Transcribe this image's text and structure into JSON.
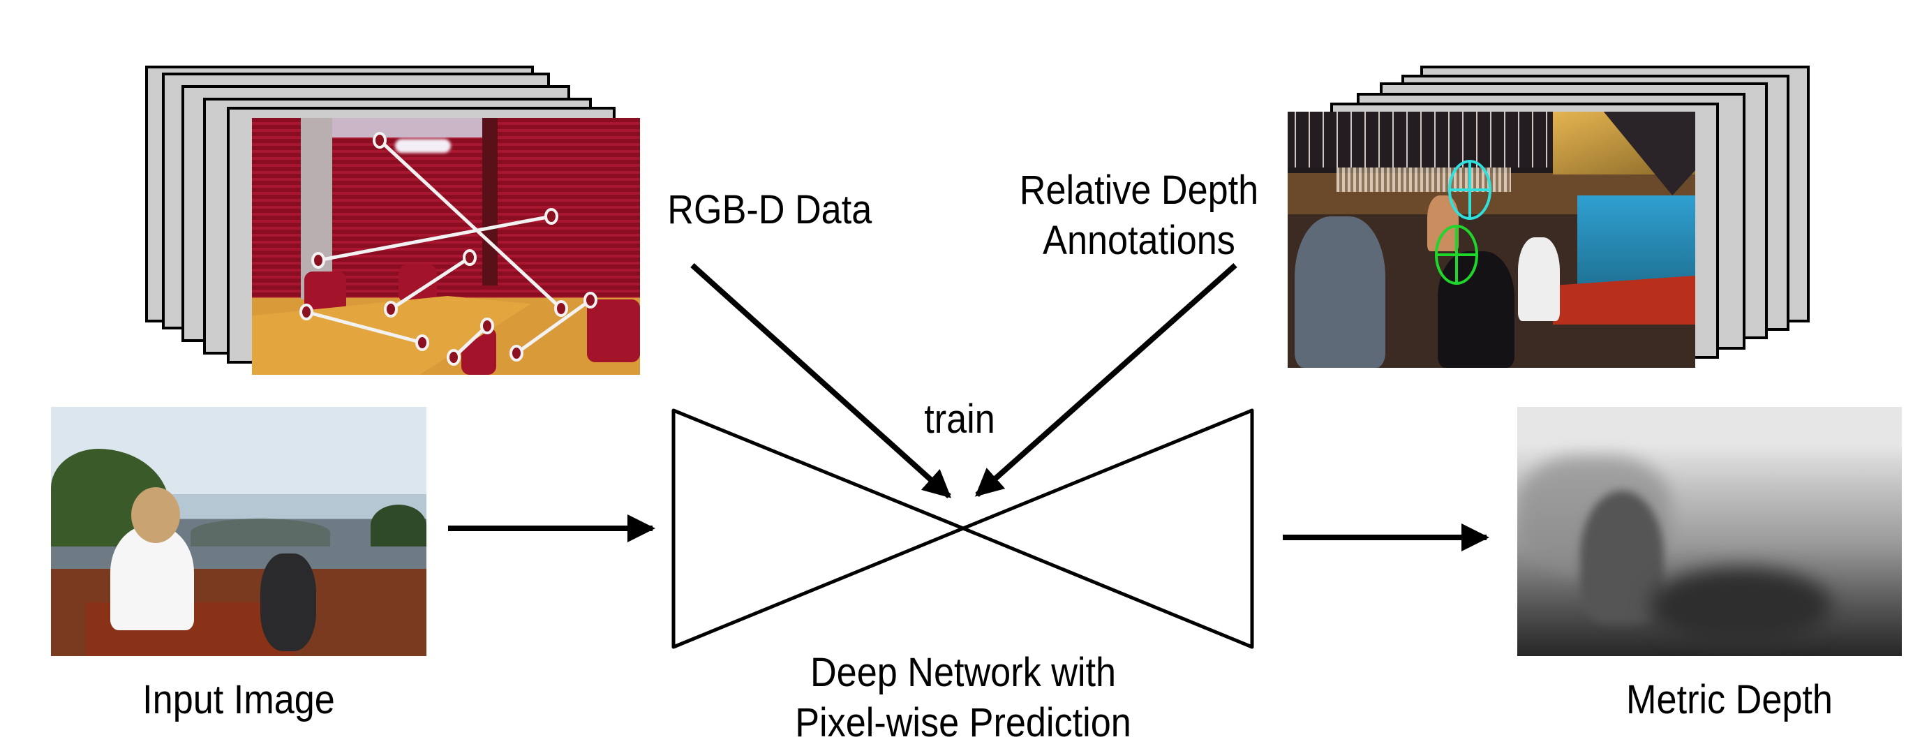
{
  "figure": {
    "left_stack": {
      "label_lines": [
        "RGB-D Data"
      ],
      "photo_alt": "office room with red blinds, table and chairs, overlaid point-pair lines",
      "annotation_color": "#f2f2f2",
      "card_color": "#cccccc"
    },
    "right_stack": {
      "label_lines": [
        "Relative Depth",
        "Annotations"
      ],
      "photo_alt": "crowded bar scene with two crosshair point annotations",
      "annotation_colors": [
        "#2fe0dc",
        "#1fd62a"
      ],
      "card_color": "#cccccc"
    },
    "train_label": "train",
    "input": {
      "label": "Input Image",
      "photo_alt": "man driving a wooden boat with a dog on a lake"
    },
    "network": {
      "label_lines": [
        "Deep Network with",
        "Pixel-wise Prediction"
      ]
    },
    "output": {
      "label": "Metric Depth",
      "photo_alt": "grayscale predicted depth map"
    }
  }
}
